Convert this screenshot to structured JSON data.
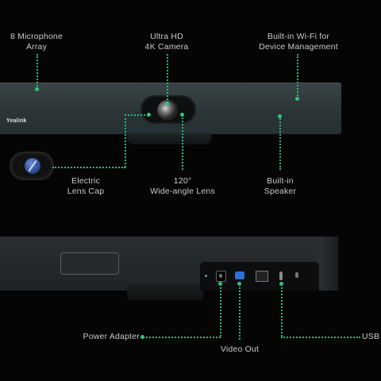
{
  "callouts": {
    "mic_array": {
      "line1": "8 Microphone",
      "line2": "Array"
    },
    "camera": {
      "line1": "Ultra HD",
      "line2": "4K Camera"
    },
    "wifi": {
      "line1": "Built-in Wi-Fi for",
      "line2": "Device Management"
    },
    "lens_cap": {
      "line1": "Electric",
      "line2": "Lens Cap"
    },
    "wide_lens": {
      "line1": "120°",
      "line2": "Wide-angle Lens"
    },
    "speaker": {
      "line1": "Built-in",
      "line2": "Speaker"
    },
    "power": {
      "label": "Power Adapter"
    },
    "video_out": {
      "label": "Video Out"
    },
    "usb": {
      "label": "USB"
    }
  },
  "brand": {
    "logo_text": "Yealink"
  },
  "colors": {
    "background": "#050505",
    "leader_lines": "#2fb57a",
    "text": "#c9c9c9"
  }
}
